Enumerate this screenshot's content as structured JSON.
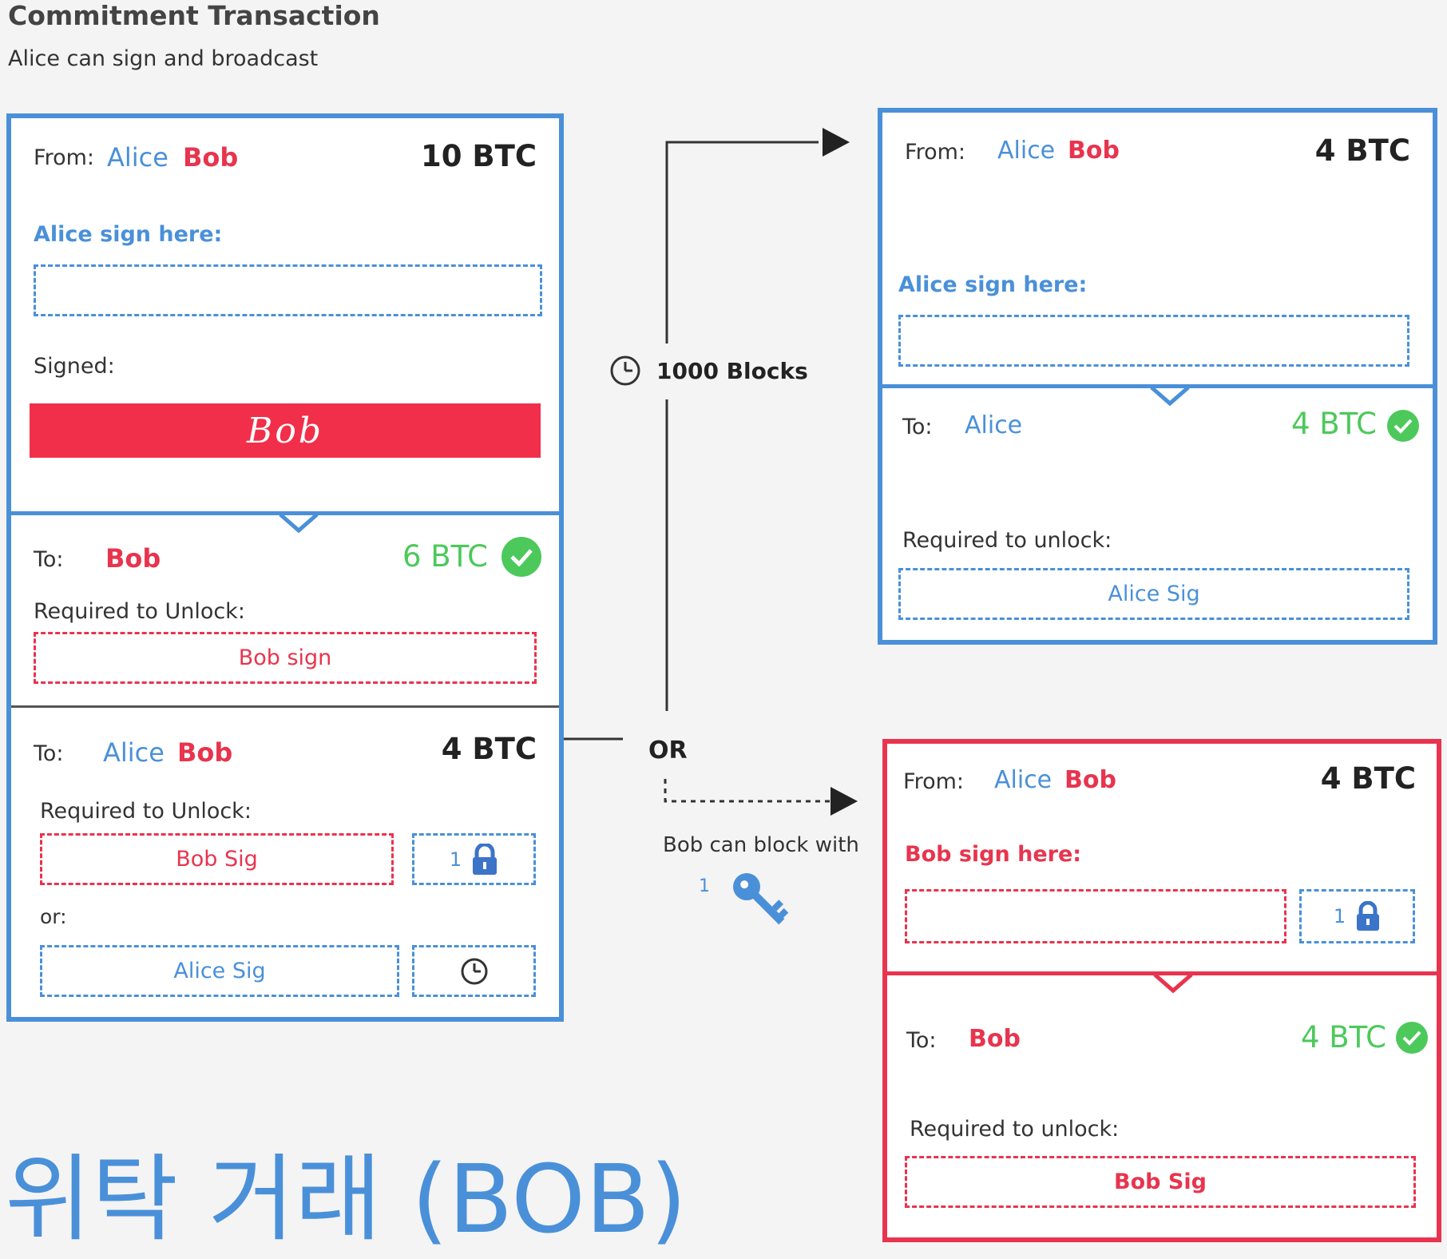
{
  "header": {
    "title": "Commitment Transaction",
    "subtitle": "Alice can sign and broadcast"
  },
  "labels": {
    "from": "From:",
    "to": "To:",
    "signed": "Signed:",
    "or_lower": "or:",
    "required_unlock_cap": "Required to Unlock:",
    "required_unlock_lower": "Required to unlock:"
  },
  "parties": {
    "alice": "Alice",
    "bob": "Bob"
  },
  "main_tx": {
    "amount": "10 BTC",
    "alice_sign_here": "Alice sign here:",
    "signature": "Bob",
    "output1": {
      "amount": "6 BTC",
      "unlock": "Bob sign"
    },
    "output2": {
      "amount": "4 BTC",
      "unlock_primary": "Bob Sig",
      "unlock_alt": "Alice Sig",
      "lock_count": "1"
    }
  },
  "timelock_tx": {
    "amount": "4 BTC",
    "alice_sign_here": "Alice sign here:",
    "output": {
      "amount": "4 BTC",
      "unlock": "Alice Sig"
    }
  },
  "penalty_tx": {
    "amount": "4 BTC",
    "bob_sign_here": "Bob sign here:",
    "lock_count": "1",
    "output": {
      "amount": "4 BTC",
      "unlock": "Bob Sig"
    }
  },
  "flow": {
    "timelock_label": "1000 Blocks",
    "or_label": "OR",
    "block_label": "Bob can block with",
    "key_count": "1"
  },
  "footer": {
    "korean_title": "위탁 거래 (BOB)"
  },
  "icons": [
    "check-icon",
    "lock-icon",
    "clock-icon",
    "key-icon",
    "arrow-icon"
  ],
  "colors": {
    "alice": "#4a90d9",
    "bob": "#e8344e",
    "confirmed": "#4cc95a",
    "signature_bar": "#f22f4a"
  }
}
